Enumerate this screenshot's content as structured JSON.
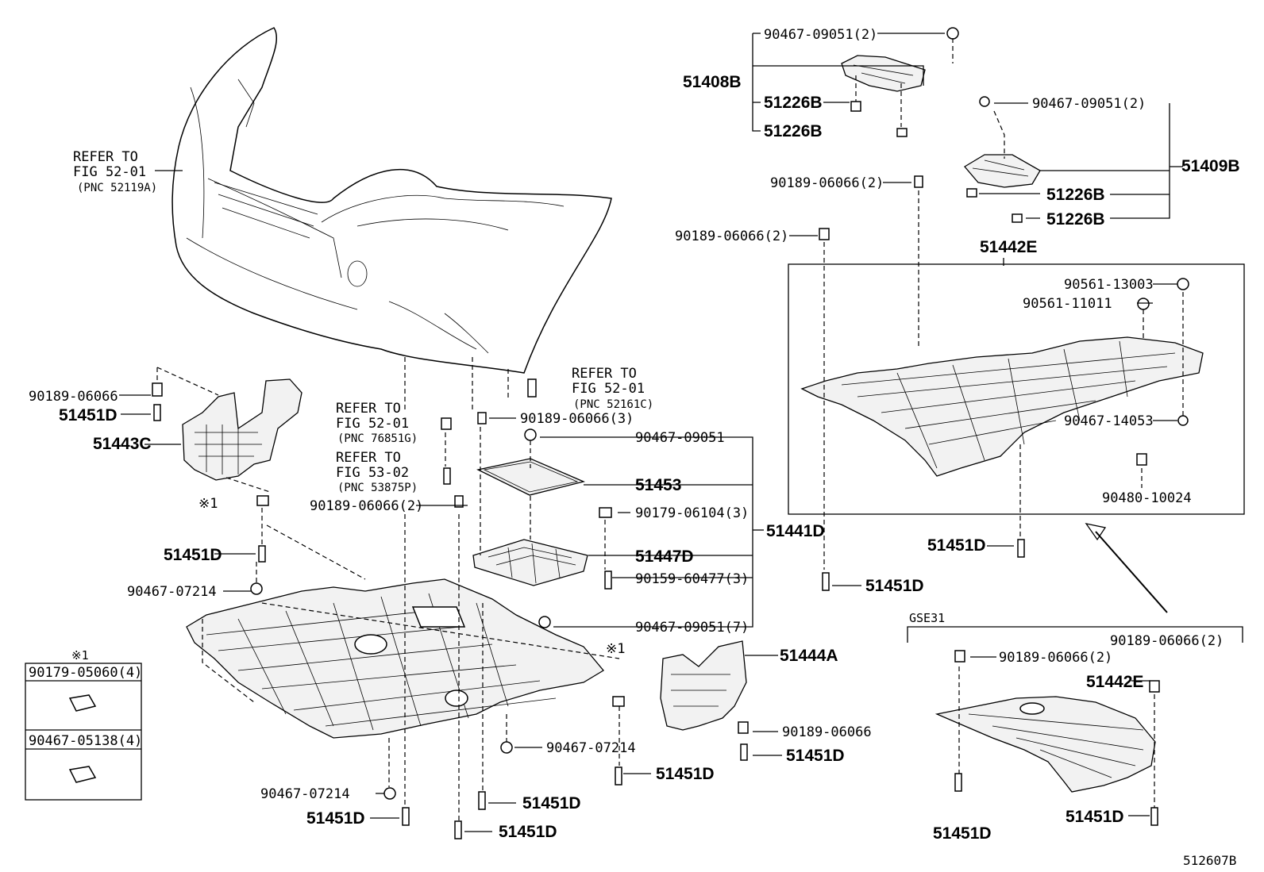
{
  "figure_id": "512607B",
  "note_mark": "※1",
  "gse31_label": "GSE31",
  "labels": {
    "refer_52119a_1": "REFER TO",
    "refer_52119a_2": "FIG 52-01",
    "refer_52119a_3": "(PNC 52119A)",
    "refer_52161c_1": "REFER TO",
    "refer_52161c_2": "FIG 52-01",
    "refer_52161c_3": "(PNC 52161C)",
    "refer_76851g_1": "REFER TO",
    "refer_76851g_2": "FIG 52-01",
    "refer_76851g_3": "(PNC 76851G)",
    "refer_53875p_1": "REFER TO",
    "refer_53875p_2": "FIG 53-02",
    "refer_53875p_3": "(PNC 53875P)",
    "p_90467_09051_2_a": "90467-09051(2)",
    "p_51408b": "51408B",
    "p_51226b_a": "51226B",
    "p_51226b_b": "51226B",
    "p_90467_09051_2_b": "90467-09051(2)",
    "p_51409b": "51409B",
    "p_51226b_c": "51226B",
    "p_51226b_d": "51226B",
    "p_90189_06066_2_a": "90189-06066(2)",
    "p_90189_06066_2_b": "90189-06066(2)",
    "p_51442e_a": "51442E",
    "p_90561_13003": "90561-13003",
    "p_90561_11011": "90561-11011",
    "p_90467_14053": "90467-14053",
    "p_90480_10024": "90480-10024",
    "p_51451d_r1": "51451D",
    "p_51451d_r2": "51451D",
    "p_90189_06066_l": "90189-06066",
    "p_51451d_l1": "51451D",
    "p_51443c": "51443C",
    "p_90189_06066_3": "90189-06066(3)",
    "p_90467_09051_c": "90467-09051",
    "p_51453": "51453",
    "p_90189_06066_2_c": "90189-06066(2)",
    "p_90179_06104_3": "90179-06104(3)",
    "p_51441d": "51441D",
    "p_51447d": "51447D",
    "p_90159_60477_3": "90159-60477(3)",
    "p_51451d_l2": "51451D",
    "p_90467_07214_a": "90467-07214",
    "p_90467_09051_7": "90467-09051(7)",
    "p_51444a": "51444A",
    "p_90189_06066_m": "90189-06066",
    "p_51451d_m1": "51451D",
    "p_90467_07214_b": "90467-07214",
    "p_51451d_m2": "51451D",
    "p_90467_07214_c": "90467-07214",
    "p_51451d_b1": "51451D",
    "p_51451d_b2": "51451D",
    "p_51451d_b3": "51451D",
    "p_90189_06066_2_d": "90189-06066(2)",
    "p_90189_06066_2_e": "90189-06066(2)",
    "p_51442e_b": "51442E",
    "p_51451d_g1": "51451D",
    "p_51451d_g2": "51451D",
    "legend_1": "90179-05060(4)",
    "legend_2": "90467-05138(4)"
  }
}
